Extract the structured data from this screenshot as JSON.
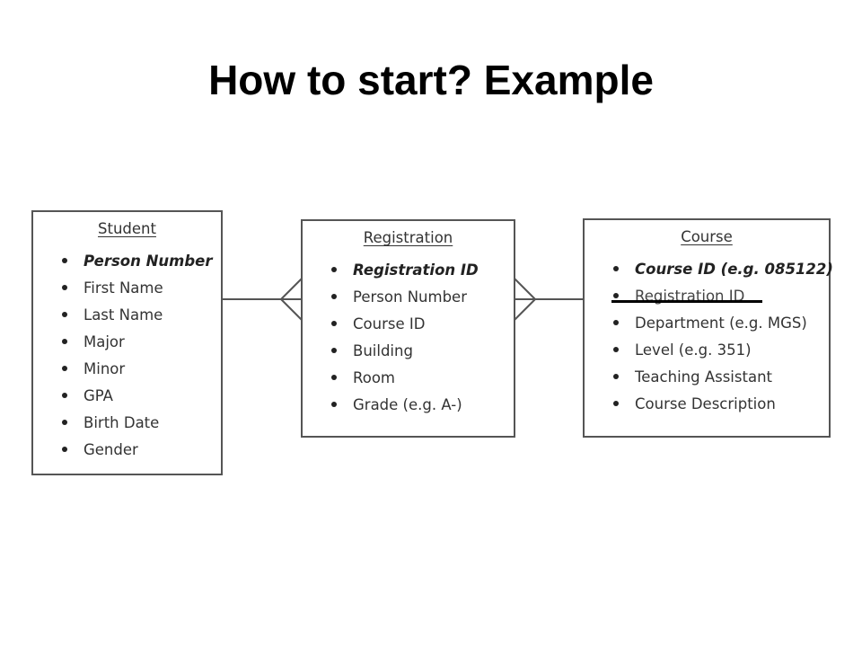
{
  "slide": {
    "title": "How to start? Example"
  },
  "entities": {
    "student": {
      "title": "Student",
      "attributes": [
        "Person Number",
        "First Name",
        "Last Name",
        "Major",
        "Minor",
        "GPA",
        "Birth Date",
        "Gender"
      ]
    },
    "registration": {
      "title": "Registration",
      "attributes": [
        "Registration ID",
        "Person Number",
        "Course ID",
        "Building",
        "Room",
        "Grade (e.g. A-)"
      ]
    },
    "course": {
      "title": "Course",
      "attributes": [
        "Course ID (e.g. 085122)",
        "Registration ID",
        "Department (e.g. MGS)",
        "Level (e.g. 351)",
        "Teaching Assistant",
        "Course Description"
      ]
    }
  },
  "relationships": [
    {
      "from": "Student",
      "to": "Registration",
      "notation": "one-to-many (crow's foot at Registration)"
    },
    {
      "from": "Course",
      "to": "Registration",
      "notation": "one-to-many (crow's foot at Registration)"
    }
  ],
  "removed_attribute": "Registration ID"
}
